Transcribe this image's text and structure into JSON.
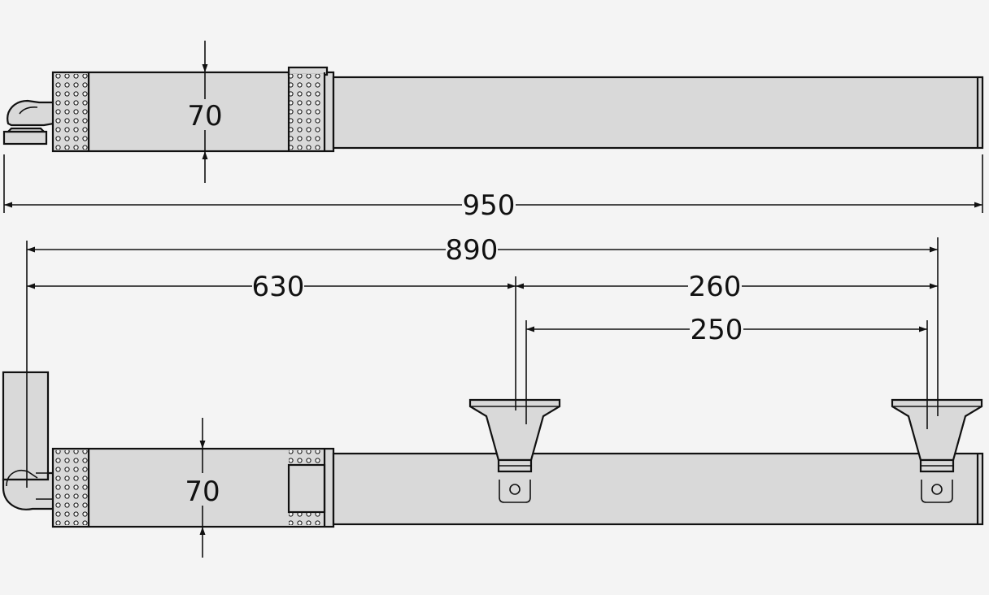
{
  "colors": {
    "background": "#f4f4f4",
    "body": "#d9d9d9",
    "line": "#111111"
  },
  "top_view": {
    "height_dimension": "70",
    "overall_length": "950"
  },
  "side_view": {
    "height_dimension": "70",
    "pivot_to_far_mount": "890",
    "pivot_to_near_mount": "630",
    "mount_spacing_outer": "260",
    "mount_spacing_inner": "250"
  }
}
